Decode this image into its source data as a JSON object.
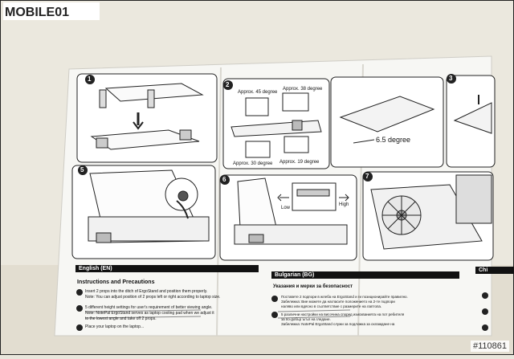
{
  "site": {
    "logo_text": "MOBILE01",
    "watermark": "#110861"
  },
  "panels": {
    "p2_labels": [
      "Approx. 45 degree",
      "Approx. 38 degree",
      "Approx. 30 degree",
      "Approx. 19 degree",
      "6.5 degree"
    ],
    "p6_labels": [
      "Low",
      "High"
    ]
  },
  "step_numbers": [
    "1",
    "2",
    "3",
    "5",
    "6",
    "7"
  ],
  "manual": {
    "english": {
      "header": "English (EN)",
      "title": "Instructions and Precautions",
      "items": [
        "Insert 2 props into the ditch of ErgoStand and position them properly.",
        "Note: You can adjust position of 2 props left or right according to laptop size.",
        "5 different height settings for user's requirement of better viewing angle.",
        "Note: NotePal ErgoStand serves as laptop cooling pad when we adjust it",
        "to the lowest angle and take off 2 props.",
        "Place your laptop on the laptop..."
      ]
    },
    "bulgarian": {
      "header": "Bulgarian (BG)",
      "title": "Указания и мерки за безопасност",
      "items": [
        "Поставете 2 подпори в жлеба на ErgoStand и ги позиционирайте правилно.",
        "Забележка: Вие можете да нагласите положението на 2-те подпори",
        "наляво или вдясно в съответствие с размерите на лаптопа.",
        "5 различни настройки на височина според изискванията на пот ребителя",
        "за по-добър ъгъл на гледане.",
        "Забележка: NotePal ErgoStand служи за подложка за охлаждане на"
      ]
    },
    "third_header": "Chi"
  }
}
